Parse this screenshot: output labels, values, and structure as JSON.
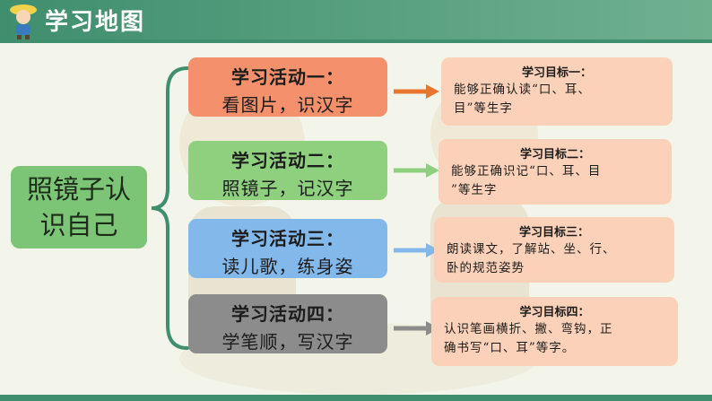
{
  "header": {
    "title": "学习地图"
  },
  "center": {
    "line1": "照镜子认",
    "line2": "识自己"
  },
  "activities": [
    {
      "title": "学习活动一：",
      "desc": "看图片，识汉字"
    },
    {
      "title": "学习活动二：",
      "desc": "照镜子，记汉字"
    },
    {
      "title": "学习活动三：",
      "desc": "读儿歌，练身姿"
    },
    {
      "title": "学习活动四：",
      "desc": "学笔顺，写汉字"
    }
  ],
  "goals": [
    {
      "title": "学习目标一：",
      "line1": "能够正确认读“口、耳、",
      "line2": "目”等生字"
    },
    {
      "title": "学习目标二：",
      "line1": "能够正确识记“口、耳、目",
      "line2": "”等生字"
    },
    {
      "title": "学习目标三：",
      "line1": "朗读课文，了解站、坐、行、",
      "line2": "卧的规范姿势"
    },
    {
      "title": "学习目标四：",
      "line1": "认识笔画横折、撇、弯钩，正",
      "line2": "确书写“口、耳”等字。"
    }
  ],
  "colors": {
    "header": "#3f8e6e",
    "activity1": "#f4906c",
    "activity2": "#8fd07f",
    "activity3": "#83b8ea",
    "activity4": "#8c8c8c",
    "goal": "#fbd2b9",
    "center": "#7cc576"
  }
}
